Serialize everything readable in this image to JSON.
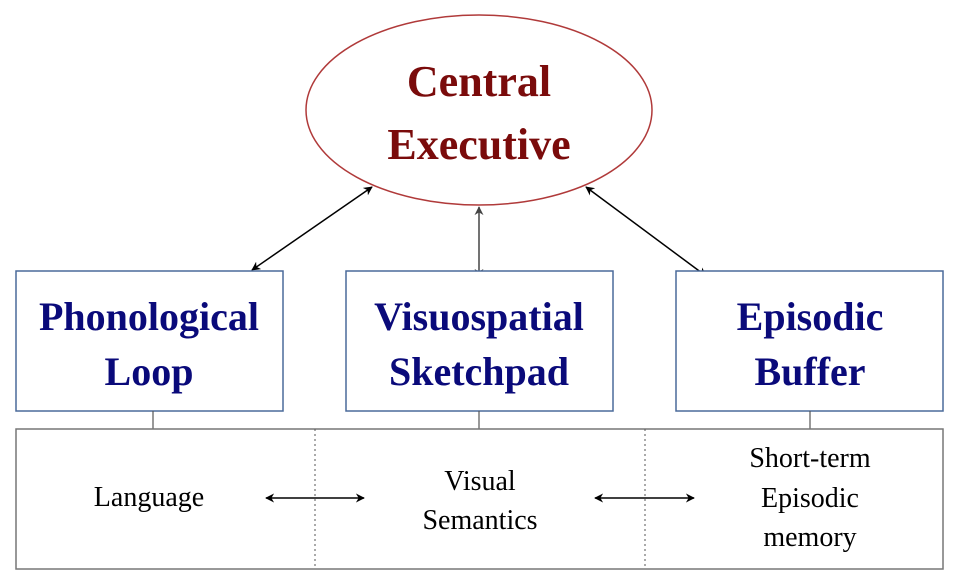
{
  "central_executive": {
    "lines": [
      "Central",
      "Executive"
    ],
    "color": "#7a0b0b",
    "border_color": "#b03a3a"
  },
  "components": [
    {
      "id": "phonological-loop",
      "lines": [
        "Phonological",
        "Loop"
      ]
    },
    {
      "id": "visuospatial-sketchpad",
      "lines": [
        "Visuospatial",
        "Sketchpad"
      ]
    },
    {
      "id": "episodic-buffer",
      "lines": [
        "Episodic",
        "Buffer"
      ]
    }
  ],
  "component_color": "#0a0a7a",
  "box_border_color": "#4a6a9a",
  "long_term": {
    "sections": [
      {
        "id": "language",
        "lines": [
          "Language"
        ]
      },
      {
        "id": "visual-semantics",
        "lines": [
          "Visual",
          "Semantics"
        ]
      },
      {
        "id": "episodic-ltm",
        "lines": [
          "Short-term",
          "Episodic",
          "memory"
        ]
      }
    ],
    "border_color": "#777777"
  }
}
